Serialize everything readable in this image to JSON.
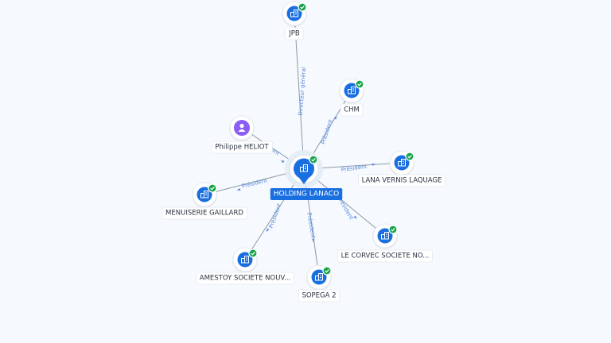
{
  "center": {
    "label": "HOLDING LANACO",
    "icon": "building-icon",
    "verified": true
  },
  "nodes": [
    {
      "id": "jpb",
      "label": "JPB",
      "icon": "building-icon",
      "type": "company",
      "verified": true
    },
    {
      "id": "chm",
      "label": "CHM",
      "icon": "building-icon",
      "type": "company",
      "verified": true
    },
    {
      "id": "heliot",
      "label": "Philippe HELIOT",
      "icon": "person-icon",
      "type": "person",
      "verified": false
    },
    {
      "id": "lana",
      "label": "LANA VERNIS LAQUAGE",
      "icon": "building-icon",
      "type": "company",
      "verified": true
    },
    {
      "id": "menuiserie",
      "label": "MENUISERIE GAILLARD",
      "icon": "building-icon",
      "type": "company",
      "verified": true
    },
    {
      "id": "lecorvec",
      "label": "LE CORVEC SOCIETE NO...",
      "icon": "building-icon",
      "type": "company",
      "verified": true
    },
    {
      "id": "amestoy",
      "label": "AMESTOY SOCIETE NOUV...",
      "icon": "building-icon",
      "type": "company",
      "verified": true
    },
    {
      "id": "sopega",
      "label": "SOPEGA 2",
      "icon": "building-icon",
      "type": "company",
      "verified": true
    }
  ],
  "edges": [
    {
      "target": "jpb",
      "label": "Directeur général"
    },
    {
      "target": "chm",
      "label": "Président"
    },
    {
      "target": "heliot",
      "label": "ant"
    },
    {
      "target": "lana",
      "label": "Président"
    },
    {
      "target": "menuiserie",
      "label": "Président"
    },
    {
      "target": "lecorvec",
      "label": "Président"
    },
    {
      "target": "amestoy",
      "label": "Président"
    },
    {
      "target": "sopega",
      "label": "Président"
    }
  ],
  "colors": {
    "background": "#f6f9fd",
    "company": "#1a6fe0",
    "person": "#8b5cf6",
    "verified": "#17a34a",
    "edge_label": "#5b8be0"
  }
}
